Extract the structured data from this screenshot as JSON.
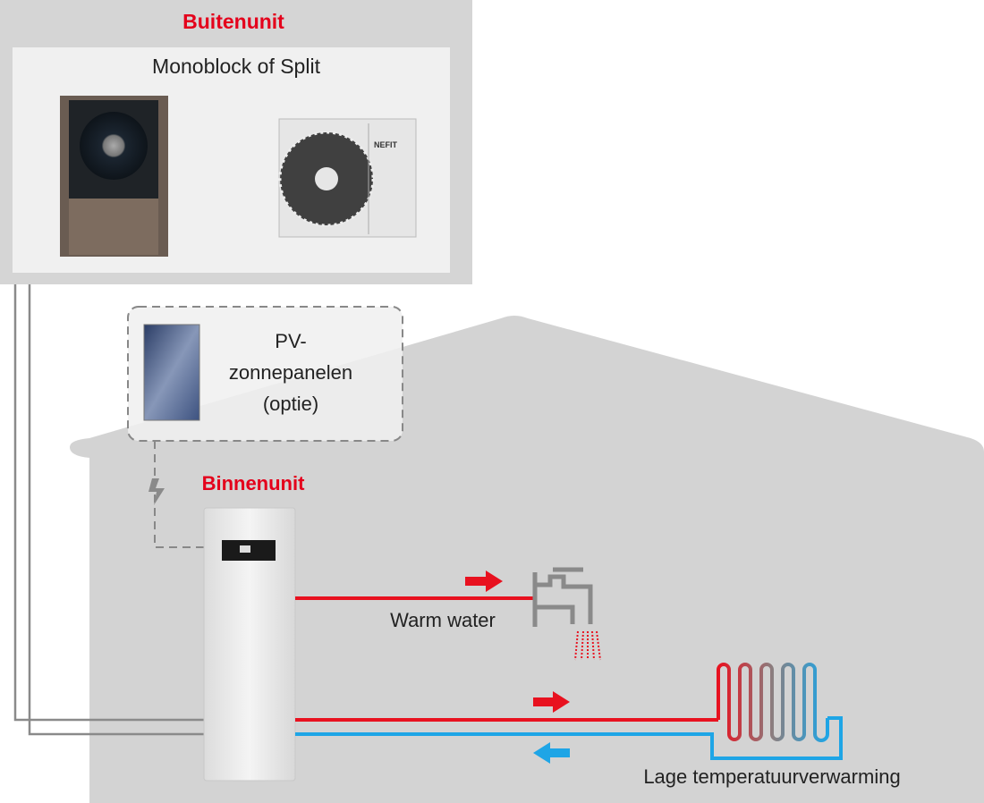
{
  "outdoor": {
    "title": "Buitenunit",
    "subtitle": "Monoblock of Split",
    "monoblock_brand": "",
    "split_brand": "NEFIT"
  },
  "pv": {
    "line1": "PV-",
    "line2": "zonnepanelen",
    "line3": "(optie)"
  },
  "indoor": {
    "title": "Binnenunit"
  },
  "hot_water": {
    "label": "Warm water"
  },
  "heating": {
    "label": "Lage temperatuurverwarming"
  },
  "colors": {
    "accent_red": "#e4001b",
    "supply_red": "#e8111f",
    "return_blue": "#1ea5e6",
    "house_gray": "#d3d3d3",
    "panel_bg": "#f0f0f0",
    "pipe_gray": "#8a8a8a"
  },
  "icons": [
    "lightning-icon",
    "tap-icon",
    "arrow-right-icon",
    "arrow-left-icon"
  ]
}
